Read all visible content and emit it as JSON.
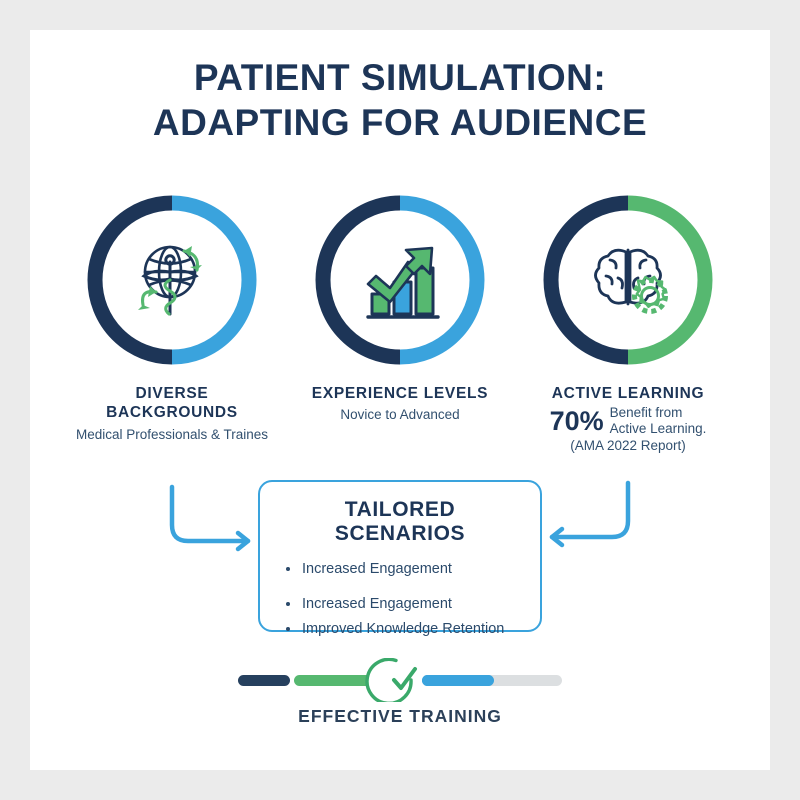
{
  "theme": {
    "navy": "#1d3557",
    "navy_dark": "#1b3a5c",
    "blue": "#3aa3dd",
    "green": "#56b870",
    "gray_track": "#dcdfe1",
    "page_bg": "#ebebeb",
    "card_bg": "#ffffff"
  },
  "header": {
    "title_line1": "PATIENT SIMULATION:",
    "title_line2": "ADAPTING FOR AUDIENCE"
  },
  "pillars": [
    {
      "id": "diverse-backgrounds",
      "icon": "globe-caduceus-icon",
      "title_line1": "DIVERSE",
      "title_line2": "BACKGROUNDS",
      "subtitle": "Medical Professionals & Traines",
      "ring_left_color": "#1d3557",
      "ring_right_color": "#3aa3dd"
    },
    {
      "id": "experience-levels",
      "icon": "bar-chart-growth-icon",
      "title_line1": "EXPERIENCE LEVELS",
      "title_line2": "",
      "subtitle": "Novice to Advanced",
      "ring_left_color": "#1d3557",
      "ring_right_color": "#3aa3dd"
    },
    {
      "id": "active-learning",
      "icon": "brain-gear-icon",
      "title_line1": "ACTIVE LEARNING",
      "title_line2": "",
      "stat_number": "70%",
      "stat_text_line1": "Benefit from",
      "stat_text_line2": "Active Learning.",
      "stat_source": "(AMA 2022 Report)",
      "ring_left_color": "#1d3557",
      "ring_right_color": "#56b870"
    }
  ],
  "scenario_box": {
    "title": "TAILORED SCENARIOS",
    "bullets": [
      "Increased Engagement",
      "Increased Engagement",
      "Improved Knowledge Retention"
    ]
  },
  "footer": {
    "label": "EFFECTIVE TRAINING",
    "check_icon": "check-circle-icon",
    "segments": [
      {
        "name": "segment-navy",
        "color": "#26405e",
        "width": 52
      },
      {
        "name": "segment-green",
        "color": "#56b870",
        "width": 112
      },
      {
        "name": "segment-blue",
        "color": "#3aa3dd",
        "width": 72
      },
      {
        "name": "segment-gray",
        "color": "#dcdfe1",
        "width": 68
      }
    ]
  },
  "connectors": {
    "left_arrow": "arrow-right-icon",
    "right_arrow": "arrow-left-icon"
  }
}
